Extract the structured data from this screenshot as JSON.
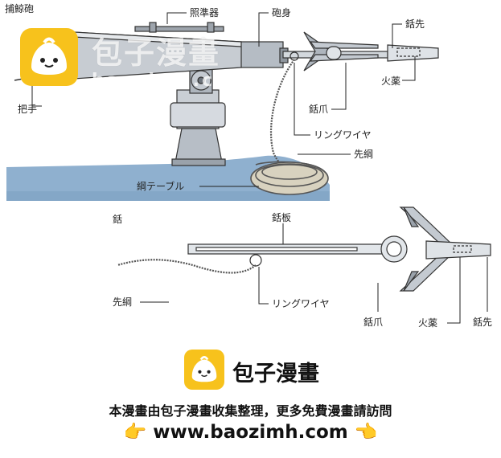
{
  "top_diagram": {
    "title": "捕鯨砲",
    "labels": {
      "sight": "照準器",
      "barrel": "砲身",
      "tip": "銛先",
      "gunpowder": "火薬",
      "claw": "銛爪",
      "handle": "把手",
      "ring_wire": "リングワイヤ",
      "fore_rope": "先綱",
      "rope_table": "綱テーブル"
    }
  },
  "bottom_diagram": {
    "title": "銛",
    "labels": {
      "plate": "銛板",
      "fore_rope": "先綱",
      "ring_wire": "リングワイヤ",
      "claw": "銛爪",
      "gunpowder": "火薬",
      "tip": "銛先"
    }
  },
  "watermark": {
    "brand": "包子漫畫",
    "url": "baozimh.com"
  },
  "footer": {
    "brand": "包子漫畫",
    "subtitle": "本漫畫由包子漫畫收集整理，更多免費漫畫請訪問",
    "url": "www.baozimh.com",
    "hand_left": "👉",
    "hand_right": "👈"
  },
  "colors": {
    "sea": "#8fb0cf",
    "metal_light": "#d9dde2",
    "metal_mid": "#aeb5bd",
    "metal_dark": "#5f666e",
    "brand_yellow": "#f7c21c"
  }
}
